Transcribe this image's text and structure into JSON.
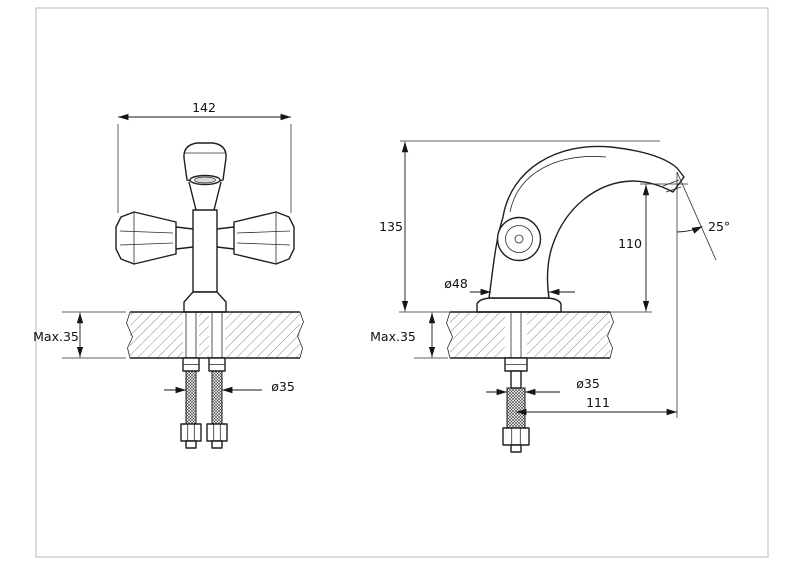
{
  "front_view": {
    "width": "142",
    "max_thickness": "Max.35",
    "hole_diameter": "ø35"
  },
  "side_view": {
    "height": "135",
    "body_diameter": "ø48",
    "max_thickness": "Max.35",
    "spout_height": "110",
    "spout_angle": "25°",
    "hole_diameter": "ø35",
    "reach": "111"
  }
}
